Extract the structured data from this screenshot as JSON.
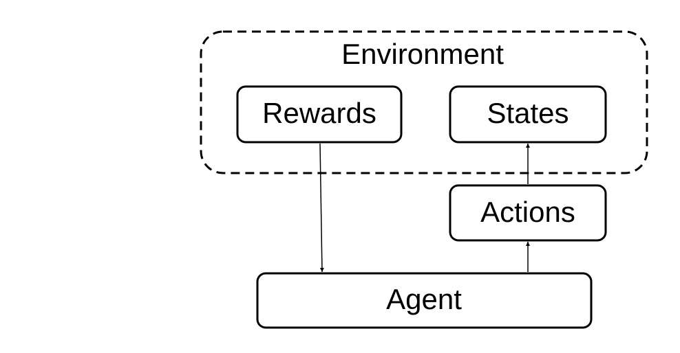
{
  "environment": {
    "label": "Environment"
  },
  "nodes": {
    "rewards": "Rewards",
    "states": "States",
    "actions": "Actions",
    "agent": "Agent"
  },
  "edges": [
    {
      "from": "Rewards",
      "to": "Agent"
    },
    {
      "from": "Agent",
      "to": "Actions"
    },
    {
      "from": "Actions",
      "to": "States"
    }
  ],
  "colors": {
    "stroke": "#000000",
    "background": "#ffffff"
  }
}
